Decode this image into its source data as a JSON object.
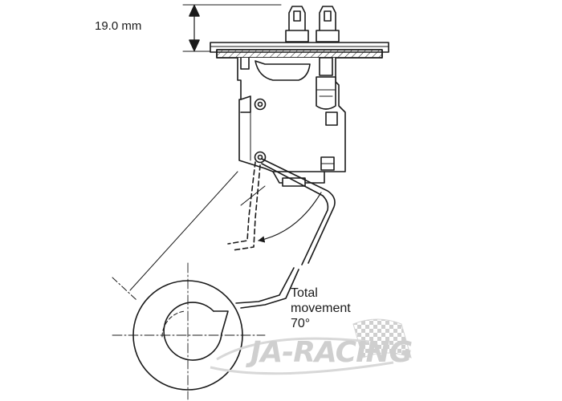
{
  "diagram": {
    "dimension_label": "19.0 mm",
    "movement_label_line1": "Total",
    "movement_label_line2": "movement",
    "movement_label_line3": "70°"
  },
  "watermark": {
    "logo_text": "JA-RACING",
    "icon": "checkered-flag-icon"
  },
  "colors": {
    "line": "#1a1a1a",
    "background": "#ffffff",
    "watermark": "#cfcfcf"
  }
}
